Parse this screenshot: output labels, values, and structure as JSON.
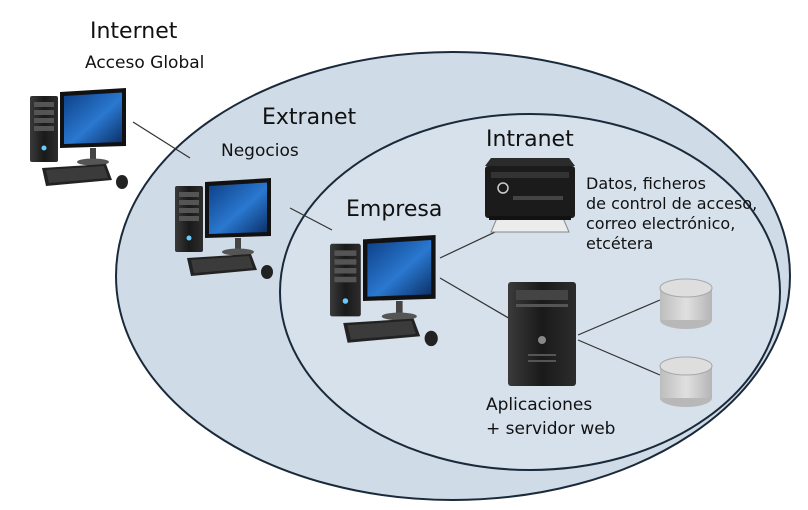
{
  "zones": {
    "internet": {
      "title": "Internet",
      "subtitle": "Acceso Global"
    },
    "extranet": {
      "title": "Extranet",
      "subtitle": "Negocios"
    },
    "intranet": {
      "title": "Intranet"
    },
    "empresa": {
      "title": "Empresa"
    }
  },
  "printer_note": "Datos, ficheros\nde control de acceso,\ncorreo electrónico,\netcétera",
  "server_label": {
    "line1": "Aplicaciones",
    "line2": "+ servidor web"
  },
  "colors": {
    "ellipse_fill": "#cfdbe6",
    "ellipse_stroke": "#1a2a3a",
    "screen_blue": "#1e63b8",
    "tower": "#1c1c1c",
    "disk": "#c9c9c9"
  }
}
